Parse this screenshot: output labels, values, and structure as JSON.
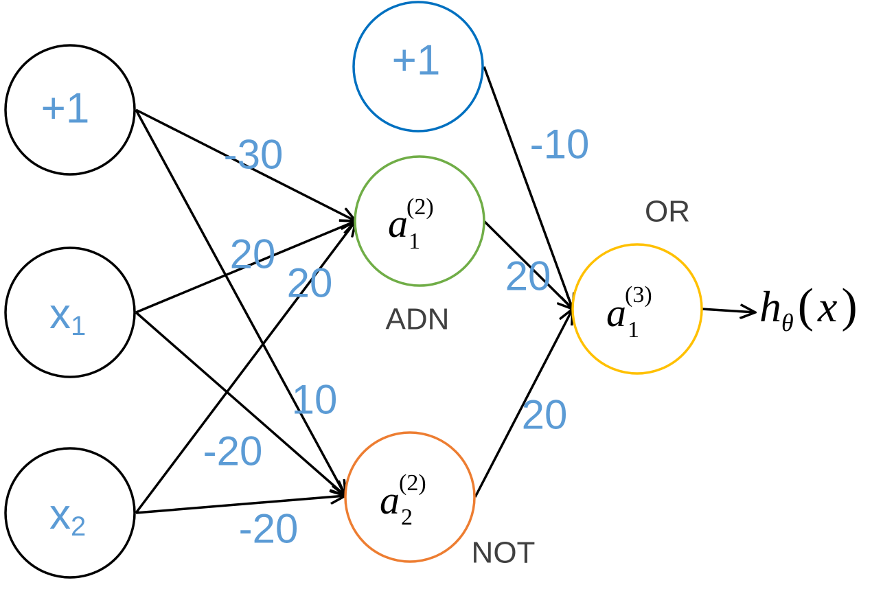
{
  "colors": {
    "edge": "#000000",
    "weight_text": "#5b9bd5",
    "input_text": "#5b9bd5",
    "gate_text": "#404040",
    "math_text": "#000000",
    "input_border": "#000000",
    "bias_hidden_border": "#0070c0",
    "and_border": "#70ad47",
    "not_border": "#ed7d31",
    "or_border": "#ffc000"
  },
  "nodes": {
    "input_bias": {
      "label": "+1"
    },
    "input_x1": {
      "label": "x",
      "sub": "1"
    },
    "input_x2": {
      "label": "x",
      "sub": "2"
    },
    "hidden_bias": {
      "label": "+1"
    },
    "hidden_a1": {
      "main": "a",
      "sub": "1",
      "sup": "(2)"
    },
    "hidden_a2": {
      "main": "a",
      "sub": "2",
      "sup": "(2)"
    },
    "output_a1": {
      "main": "a",
      "sub": "1",
      "sup": "(3)"
    }
  },
  "gates": {
    "and_label": "ADN",
    "not_label": "NOT",
    "or_label": "OR"
  },
  "weights": {
    "bias_to_a1": "-30",
    "x1_to_a1": "20",
    "x2_to_a1": "20",
    "bias_to_a2": "10",
    "x1_to_a2": "-20",
    "x2_to_a2": "-20",
    "hbias_to_out": "-10",
    "a1_to_out": "20",
    "a2_to_out": "20"
  },
  "output": {
    "main": "h",
    "sub": "θ",
    "open_paren": "(",
    "arg": "x",
    "close_paren": ")"
  }
}
